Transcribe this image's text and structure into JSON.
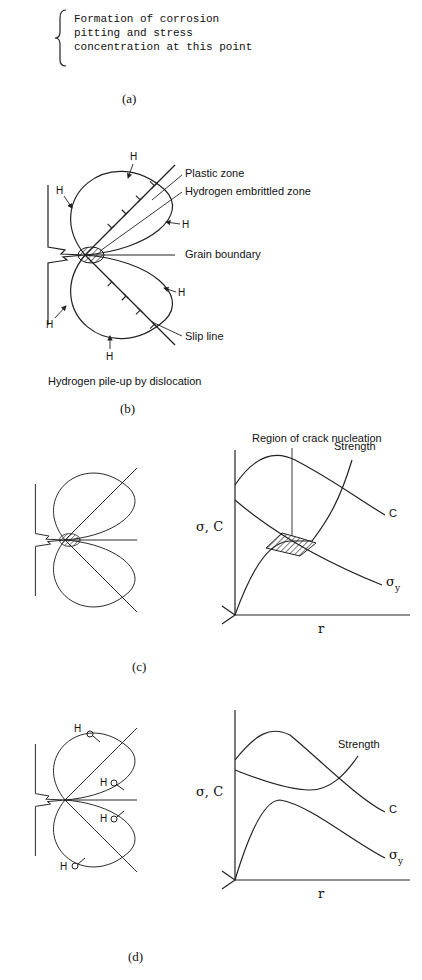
{
  "diagram": {
    "labels": [
      "Formation of corrosion pitting and stress concentration at this point",
      "(a)",
      "Plastic zone",
      "Hydrogen embrittled zone",
      "Grain boundary",
      "Slip line",
      "H",
      "H",
      "H",
      "H",
      "H",
      "H",
      "Hydrogen pile-up by dislocation",
      "(b)",
      "Region of crack nucleation",
      "σ, C",
      "Strength",
      "C",
      "σ",
      "y",
      "r",
      "(c)",
      "H",
      "H",
      "H",
      "H",
      "σ, C",
      "Strength",
      "C",
      "σ",
      "y",
      "r",
      "(d)"
    ]
  }
}
